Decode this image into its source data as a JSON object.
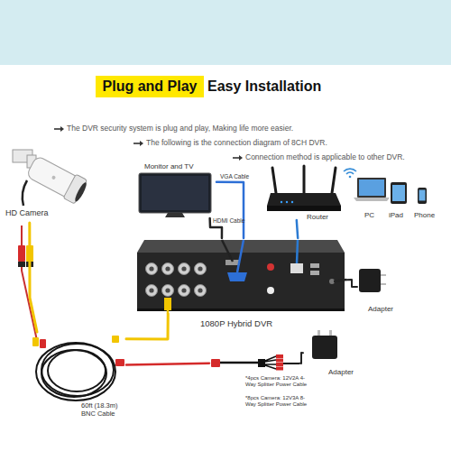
{
  "diagram": {
    "title": "Plug and Play",
    "nodes": [
      {
        "text": [
          "HD Camera"
        ]
      },
      {
        "text": [
          "Monitor and TV"
        ]
      },
      {
        "text": [
          "Router"
        ]
      },
      {
        "text": [
          "1080P Hybrid DVR"
        ]
      },
      {
        "text": [
          "Adapter"
        ]
      },
      {
        "text": [
          "60ft (18.3m) BNC Cable"
        ]
      },
      {
        "text": [
          "Adapter"
        ]
      },
      {
        "text": [
          "*4pcs Camera: 12V2A 4-Way Splitter Power Cable",
          "*8pcs Camera: 12V3A 8-Way Splitter Power Cable"
        ]
      }
    ],
    "edges": [
      {
        "from": 0,
        "to": 5,
        "arrow": "none"
      },
      {
        "from": 1,
        "to": 3,
        "label": "VGA Cable",
        "arrow": "none"
      },
      {
        "from": 1,
        "to": 3,
        "label": "HDMI Cable",
        "arrow": "none"
      },
      {
        "from": 2,
        "to": 3,
        "arrow": "none"
      },
      {
        "from": 4,
        "to": 3,
        "arrow": "none"
      },
      {
        "from": 5,
        "to": 3,
        "arrow": "none"
      },
      {
        "from": 6,
        "to": 7,
        "arrow": "none"
      },
      {
        "from": 7,
        "to": 5,
        "arrow": "none"
      }
    ],
    "labels": [
      "Easy Installation",
      "The DVR security system is plug and play, Making life more easier.",
      "The following is the connection diagram of 8CH DVR.",
      "Connection method is applicable to other DVR.",
      "PC",
      "iPad",
      "Phone"
    ]
  }
}
